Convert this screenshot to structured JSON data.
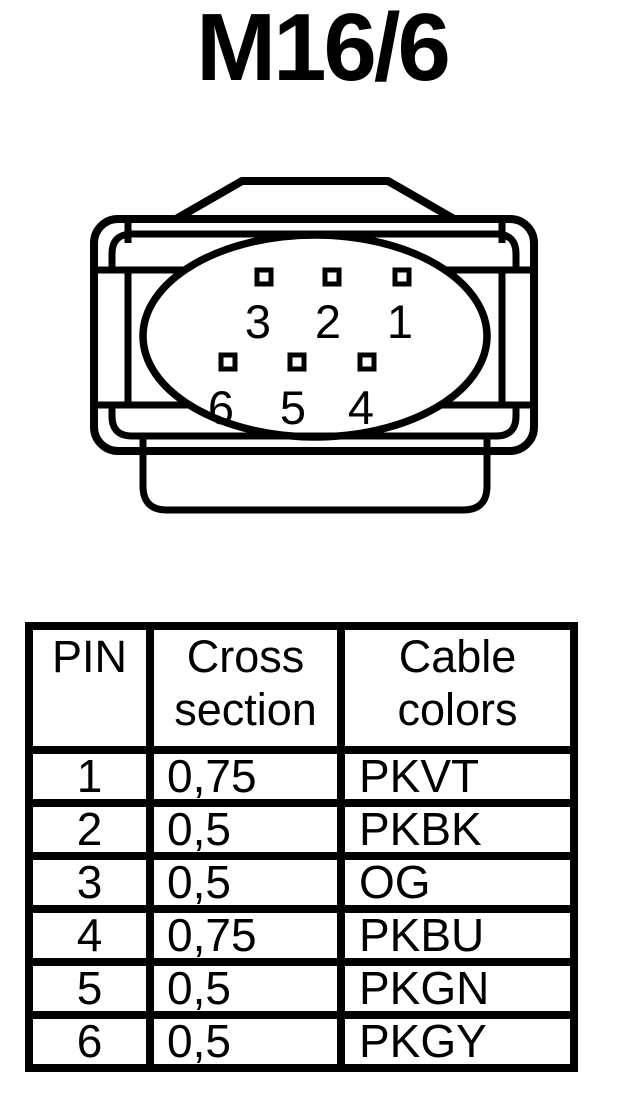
{
  "page": {
    "background_color": "#ffffff",
    "line_color": "#000000"
  },
  "header": {
    "title": "M16/6"
  },
  "connector": {
    "description": "6-pin connector front view",
    "pin_labels": {
      "pin1": "1",
      "pin2": "2",
      "pin3": "3",
      "pin4": "4",
      "pin5": "5",
      "pin6": "6"
    }
  },
  "table": {
    "headers": {
      "pin": "PIN",
      "cross_section": [
        "Cross",
        "section"
      ],
      "cable_colors": [
        "Cable",
        "colors"
      ]
    },
    "rows": [
      {
        "pin": "1",
        "cross_section": "0,75",
        "cable_color": "PKVT"
      },
      {
        "pin": "2",
        "cross_section": "0,5",
        "cable_color": "PKBK"
      },
      {
        "pin": "3",
        "cross_section": "0,5",
        "cable_color": "OG"
      },
      {
        "pin": "4",
        "cross_section": "0,75",
        "cable_color": "PKBU"
      },
      {
        "pin": "5",
        "cross_section": "0,5",
        "cable_color": "PKGN"
      },
      {
        "pin": "6",
        "cross_section": "0,5",
        "cable_color": "PKGY"
      }
    ]
  }
}
